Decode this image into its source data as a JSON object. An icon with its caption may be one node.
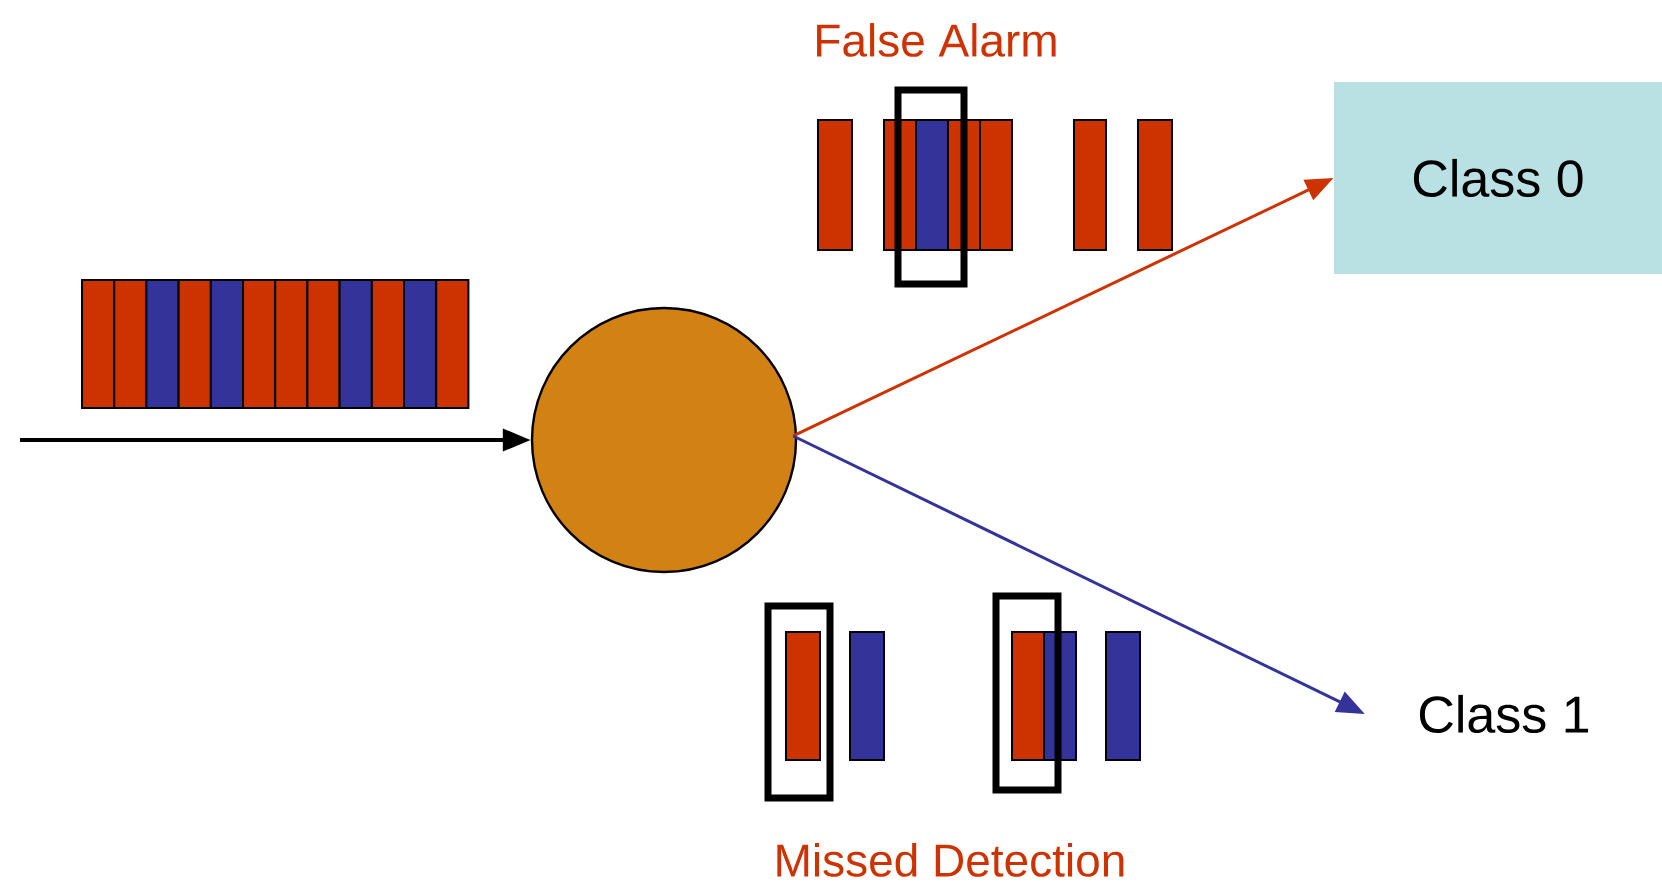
{
  "diagram": {
    "nodes": [
      {
        "text": [],
        "shape": "circle"
      },
      {
        "text": [
          "Class 0"
        ]
      },
      {
        "text": [
          "Class 1"
        ]
      }
    ],
    "edges": [
      {
        "from": null,
        "to": 0,
        "arrow": "to"
      },
      {
        "from": 0,
        "to": 1,
        "arrow": "to",
        "color": "#cc3300"
      },
      {
        "from": 0,
        "to": 2,
        "arrow": "to",
        "color": "#333399"
      }
    ],
    "labels": [
      "False Alarm",
      "Missed Detection"
    ]
  }
}
